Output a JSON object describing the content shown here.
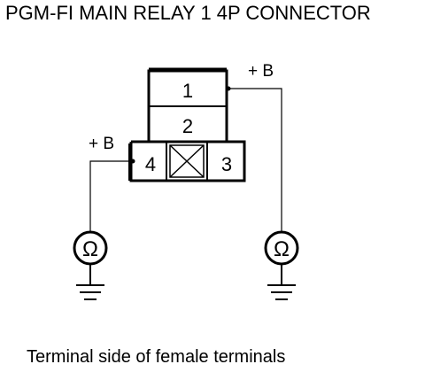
{
  "title": "PGM-FI MAIN RELAY 1 4P CONNECTOR",
  "caption": "Terminal side of female terminals",
  "connector": {
    "terminals": {
      "t1": "1",
      "t2": "2",
      "t3": "3",
      "t4": "4"
    }
  },
  "probes": {
    "left": {
      "label": "+ B",
      "meter_symbol": "Ω",
      "icon": "ohmmeter-icon"
    },
    "right": {
      "label": "+ B",
      "meter_symbol": "Ω",
      "icon": "ohmmeter-icon"
    }
  },
  "ground_icon": "ground-icon",
  "colors": {
    "ink": "#000000",
    "background": "#ffffff"
  }
}
